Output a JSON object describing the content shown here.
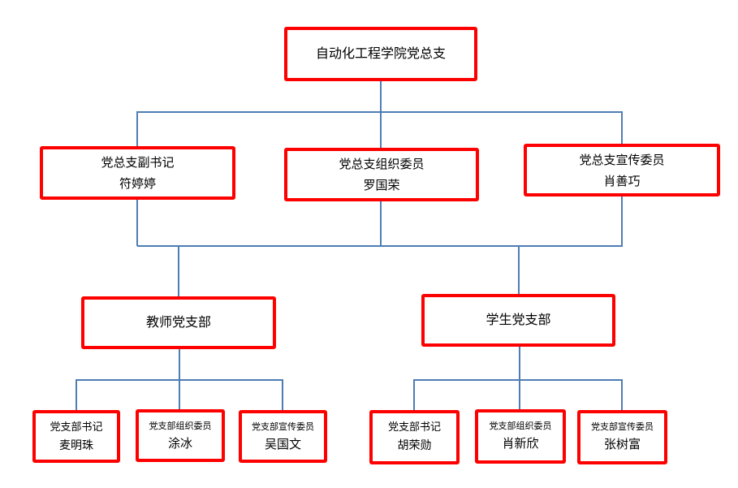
{
  "diagram": {
    "type": "org-chart",
    "colors": {
      "box_border": "#fe0000",
      "connector": "#4e7db5",
      "text": "#000000",
      "background": "#ffffff"
    },
    "root": {
      "label": "自动化工程学院党总支"
    },
    "committee": [
      {
        "title": "党总支副书记",
        "name": "符婷婷"
      },
      {
        "title": "党总支组织委员",
        "name": "罗国荣"
      },
      {
        "title": "党总支宣传委员",
        "name": "肖善巧"
      }
    ],
    "branches": [
      {
        "label": "教师党支部"
      },
      {
        "label": "学生党支部"
      }
    ],
    "teacher_branch_members": [
      {
        "title": "党支部书记",
        "name": "麦明珠"
      },
      {
        "title": "党支部组织委员",
        "name": "涂冰"
      },
      {
        "title": "党支部宣传委员",
        "name": "吴国文"
      }
    ],
    "student_branch_members": [
      {
        "title": "党支部书记",
        "name": "胡荣勋"
      },
      {
        "title": "党支部组织委员",
        "name": "肖新欣"
      },
      {
        "title": "党支部宣传委员",
        "name": "张树富"
      }
    ]
  }
}
